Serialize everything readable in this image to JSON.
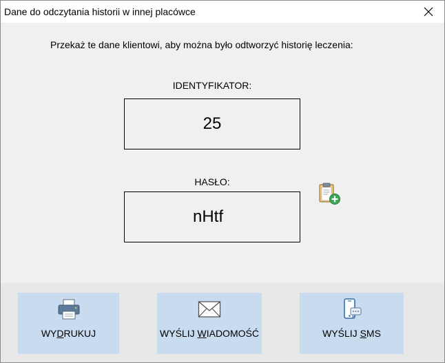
{
  "window": {
    "title": "Dane do odczytania historii w innej placówce",
    "close_glyph": "✕"
  },
  "instruction": "Przekaż te dane klientowi, aby można było odtworzyć historię leczenia:",
  "identifier": {
    "label": "IDENTYFIKATOR:",
    "value": "25"
  },
  "password": {
    "label": "HASŁO:",
    "value": "nHtf"
  },
  "paste_icon": "clipboard-plus-icon",
  "actions": {
    "print": {
      "pre": "WY",
      "mnemonic": "D",
      "post": "RUKUJ",
      "icon": "printer-icon"
    },
    "message": {
      "pre": "WYŚLIJ ",
      "mnemonic": "W",
      "post": "IADOMOŚĆ",
      "icon": "envelope-icon"
    },
    "sms": {
      "pre": "WYŚLIJ ",
      "mnemonic": "S",
      "post": "MS",
      "icon": "phone-sms-icon"
    }
  },
  "colors": {
    "button_bg": "#c9dbef",
    "dialog_bg": "#f0f0f0",
    "bottom_bar_bg": "#e8e8e8"
  }
}
